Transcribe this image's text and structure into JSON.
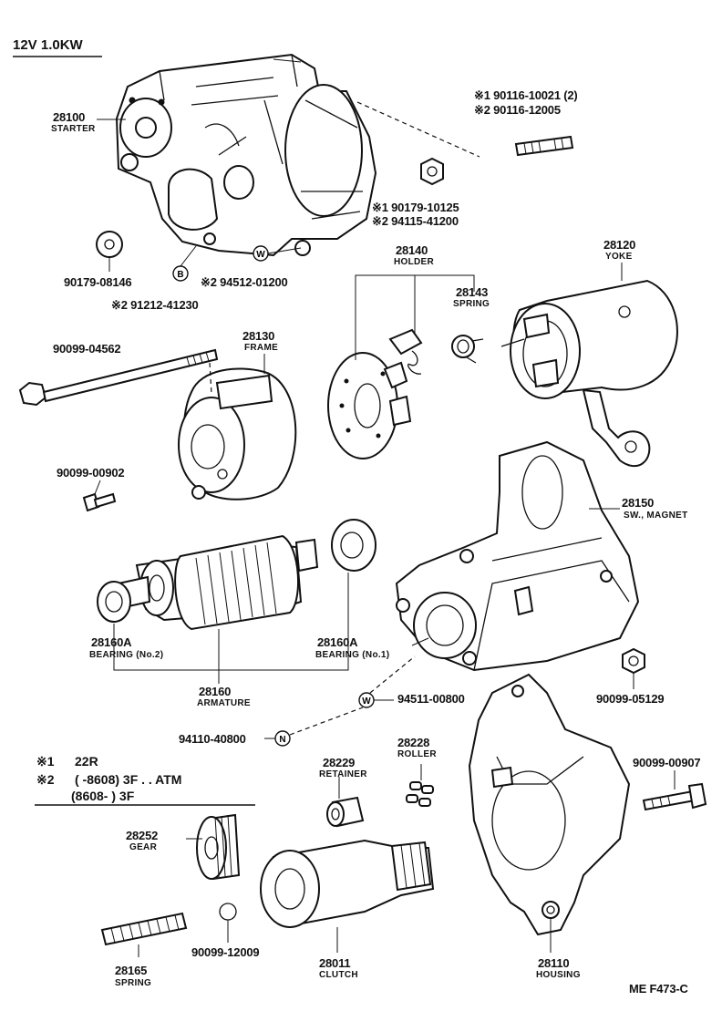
{
  "header": "12V 1.0KW",
  "footer": "ME  F473-C",
  "parts": {
    "starter": {
      "no": "28100",
      "name": "STARTER"
    },
    "bolt_pair": {
      "line1": "※1 90116-10021 (2)",
      "line2": "※2 90116-12005"
    },
    "nut_pair": {
      "line1": "※1 90179-10125",
      "line2": "※2 94115-41200"
    },
    "nut_left": {
      "no": "90179-08146"
    },
    "washer_w": {
      "no": "※2 94512-01200",
      "circle": "W"
    },
    "bolt_b": {
      "no": "※2 91212-41230",
      "circle": "B"
    },
    "holder": {
      "no": "28140",
      "name": "HOLDER"
    },
    "spring_br": {
      "no": "28143",
      "name": "SPRING"
    },
    "yoke": {
      "no": "28120",
      "name": "YOKE"
    },
    "frame": {
      "no": "28130",
      "name": "FRAME"
    },
    "long_bolt": {
      "no": "90099-04562"
    },
    "screw": {
      "no": "90099-00902"
    },
    "magnet": {
      "no": "28150",
      "name": "SW., MAGNET"
    },
    "bearing2": {
      "no": "28160A",
      "name": "BEARING (No.2)"
    },
    "bearing1": {
      "no": "28160A",
      "name": "BEARING (No.1)"
    },
    "armature": {
      "no": "28160",
      "name": "ARMATURE"
    },
    "washer_w2": {
      "no": "94511-00800",
      "circle": "W"
    },
    "nut_mag": {
      "no": "90099-05129"
    },
    "nut_n": {
      "no": "94110-40800",
      "circle": "N"
    },
    "retainer": {
      "no": "28229",
      "name": "RETAINER"
    },
    "roller": {
      "no": "28228",
      "name": "ROLLER"
    },
    "hsg_bolt": {
      "no": "90099-00907"
    },
    "gear": {
      "no": "28252",
      "name": "GEAR"
    },
    "spring": {
      "no": "28165",
      "name": "SPRING"
    },
    "ball": {
      "no": "90099-12009"
    },
    "clutch": {
      "no": "28011",
      "name": "CLUTCH"
    },
    "housing": {
      "no": "28110",
      "name": "HOUSING"
    }
  },
  "notes": {
    "n1_mark": "※1",
    "n1_text": "22R",
    "n2_mark": "※2",
    "n2_text": "(      -8608) 3F . . ATM",
    "n3_text": "(8608-          ) 3F"
  }
}
